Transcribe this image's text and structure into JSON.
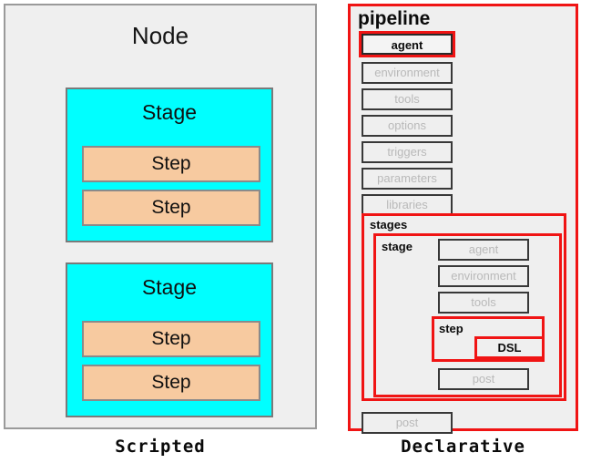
{
  "scripted": {
    "caption": "Scripted",
    "node_title": "Node",
    "stages": [
      {
        "label": "Stage",
        "steps": [
          {
            "label": "Step"
          },
          {
            "label": "Step"
          }
        ]
      },
      {
        "label": "Stage",
        "steps": [
          {
            "label": "Step"
          },
          {
            "label": "Step"
          }
        ]
      }
    ]
  },
  "declarative": {
    "caption": "Declarative",
    "pipeline_title": "pipeline",
    "pipeline_blocks": [
      {
        "label": "agent",
        "state": "highlighted"
      },
      {
        "label": "environment",
        "state": "disabled"
      },
      {
        "label": "tools",
        "state": "disabled"
      },
      {
        "label": "options",
        "state": "disabled"
      },
      {
        "label": "triggers",
        "state": "disabled"
      },
      {
        "label": "parameters",
        "state": "disabled"
      },
      {
        "label": "libraries",
        "state": "disabled"
      }
    ],
    "stages_title": "stages",
    "stage_title": "stage",
    "stage_blocks": [
      {
        "label": "agent",
        "state": "disabled"
      },
      {
        "label": "environment",
        "state": "disabled"
      },
      {
        "label": "tools",
        "state": "disabled"
      },
      {
        "label": "post",
        "state": "disabled"
      }
    ],
    "step_title": "step",
    "dsl_label": "DSL",
    "pipeline_post": {
      "label": "post",
      "state": "disabled"
    }
  },
  "colors": {
    "panel_background": "#efefef",
    "panel_border": "#9a9a9a",
    "stage_fill": "#00ffff",
    "step_fill": "#f7caa0",
    "highlight_red": "#f01414",
    "disabled_text": "#b9b9b9",
    "box_border": "#383838",
    "text": "#0b0b0b"
  }
}
